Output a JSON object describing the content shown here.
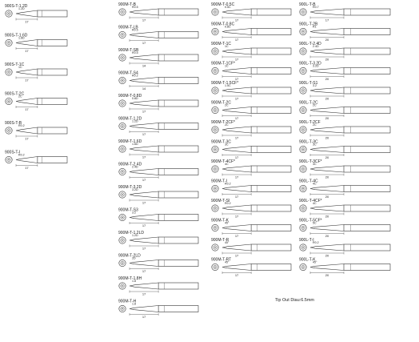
{
  "columns": [
    {
      "tips": [
        {
          "label": "900S-T-1.2D",
          "dim": "17",
          "end": "1.2D"
        },
        {
          "label": "900S-T-1.6D",
          "dim": "17",
          "end": "1.6D"
        },
        {
          "label": "900S-T-1C",
          "dim": "17",
          "end": "1C"
        },
        {
          "label": "900S-T-2C",
          "dim": "17",
          "end": "2C"
        },
        {
          "label": "900S-T-B",
          "dim": "17",
          "end": "R0.2"
        },
        {
          "label": "900S-T-I",
          "dim": "17",
          "end": "R0.2"
        }
      ]
    },
    {
      "tips": [
        {
          "label": "900M-T-B",
          "dim": "17",
          "end": "R0.5"
        },
        {
          "label": "900M-T-LB",
          "dim": "17",
          "end": "R0.5"
        },
        {
          "label": "900M-T-SB",
          "dim": "14",
          "end": "R0.5"
        },
        {
          "label": "900M-T-S4",
          "dim": "14",
          "end": "R0.2"
        },
        {
          "label": "900M-T-0.8D",
          "dim": "17",
          "end": "0.8D"
        },
        {
          "label": "900M-T-1.2D",
          "dim": "17",
          "end": "1.2D"
        },
        {
          "label": "900M-T-1.6D",
          "dim": "17",
          "end": "1.6D"
        },
        {
          "label": "900M-T-2.4D",
          "dim": "17",
          "end": "2.4D"
        },
        {
          "label": "900M-T-3.2D",
          "dim": "17",
          "end": "3.2D"
        },
        {
          "label": "900M-T-S3",
          "dim": "17",
          "end": "3.2"
        },
        {
          "label": "900M-T-1.2LD",
          "dim": "17",
          "end": "1.2D"
        },
        {
          "label": "900M-T-2LD",
          "dim": "17",
          "end": "2D"
        },
        {
          "label": "900M-T-1.8H",
          "dim": "17",
          "end": "1.8"
        },
        {
          "label": "900M-T-H",
          "dim": "17",
          "end": "1.8"
        }
      ]
    },
    {
      "tips": [
        {
          "label": "900M-T-0.5C",
          "dim": "17",
          "end": "0.5C"
        },
        {
          "label": "900M-T-0.8C",
          "dim": "17",
          "end": "0.8C"
        },
        {
          "label": "900M-T-1C",
          "dim": "17",
          "end": "1C"
        },
        {
          "label": "900M-T-1CF*",
          "dim": "17",
          "end": "1C"
        },
        {
          "label": "900M-T-1.5CF*",
          "dim": "17",
          "end": "1.5C"
        },
        {
          "label": "900M-T-2C",
          "dim": "17",
          "end": "2C"
        },
        {
          "label": "900M-T-2CF*",
          "dim": "17",
          "end": "2C"
        },
        {
          "label": "900M-T-3C",
          "dim": "17",
          "end": "3C"
        },
        {
          "label": "900M-T-4CF*",
          "dim": "17",
          "end": "4C"
        },
        {
          "label": "900M-T-I",
          "dim": "17",
          "end": "R0.2"
        },
        {
          "label": "900M-T-SI",
          "dim": "17",
          "end": "R0.2"
        },
        {
          "label": "900M-T-K",
          "dim": "17",
          "end": "45°"
        },
        {
          "label": "900M-T-R",
          "dim": "17",
          "end": "45°"
        },
        {
          "label": "900M-T-RT",
          "dim": "17",
          "end": "45°"
        }
      ]
    },
    {
      "tips": [
        {
          "label": "900L-T-B",
          "dim": "17",
          "end": "R0.7"
        },
        {
          "label": "900L-T-2B",
          "dim": "20",
          "end": "R1"
        },
        {
          "label": "900L-T-2.4D",
          "dim": "20",
          "end": "2.4D"
        },
        {
          "label": "900L-T-3.2D",
          "dim": "20",
          "end": "3.2D"
        },
        {
          "label": "900L-T-S1",
          "dim": "20",
          "end": "3.2"
        },
        {
          "label": "900L-T-2C",
          "dim": "20",
          "end": "2C"
        },
        {
          "label": "900L-T-2CF",
          "dim": "20",
          "end": "2C"
        },
        {
          "label": "900L-T-3C",
          "dim": "20",
          "end": "3C"
        },
        {
          "label": "900L-T-3CF*",
          "dim": "20",
          "end": "3C"
        },
        {
          "label": "900L-T-4C",
          "dim": "20",
          "end": "4C"
        },
        {
          "label": "900L-T-4CF*",
          "dim": "20",
          "end": "4C"
        },
        {
          "label": "900L-T-5CF*",
          "dim": "20",
          "end": "5C"
        },
        {
          "label": "900L-T-I",
          "dim": "20",
          "end": "R0.2"
        },
        {
          "label": "900L-T-K",
          "dim": "20",
          "end": "45°"
        }
      ]
    }
  ],
  "footnote": "Tip Out Diau:6.5mm"
}
